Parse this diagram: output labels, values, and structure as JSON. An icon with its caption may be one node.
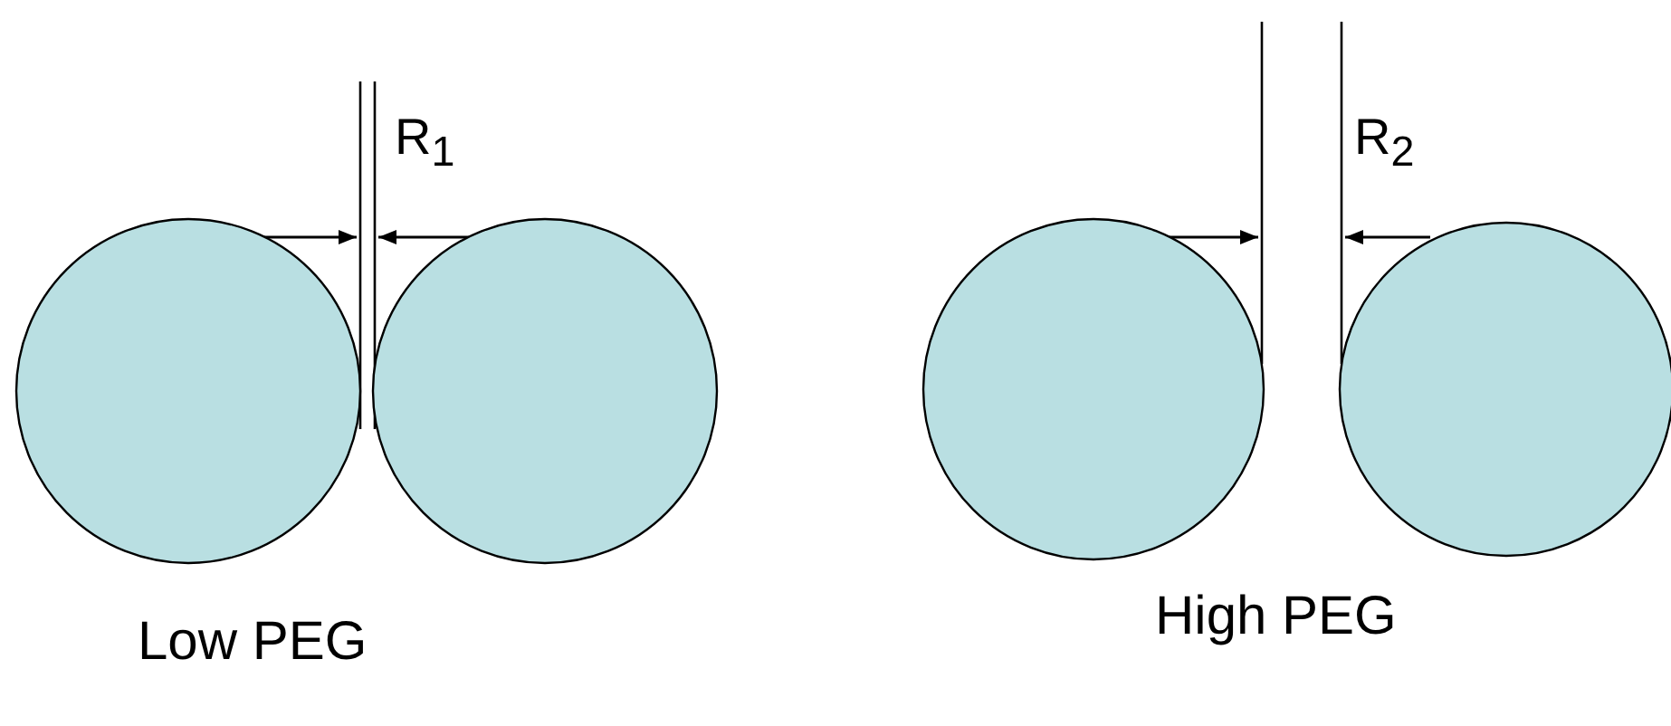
{
  "diagram": {
    "nodes": [
      {
        "text": [],
        "shape": "circle"
      },
      {
        "text": [],
        "shape": "circle"
      },
      {
        "text": [],
        "shape": "circle"
      },
      {
        "text": [],
        "shape": "circle"
      }
    ],
    "labels": [
      "R$_{1}$",
      "R$_{2}$",
      "Low PEG",
      "High PEG"
    ]
  }
}
